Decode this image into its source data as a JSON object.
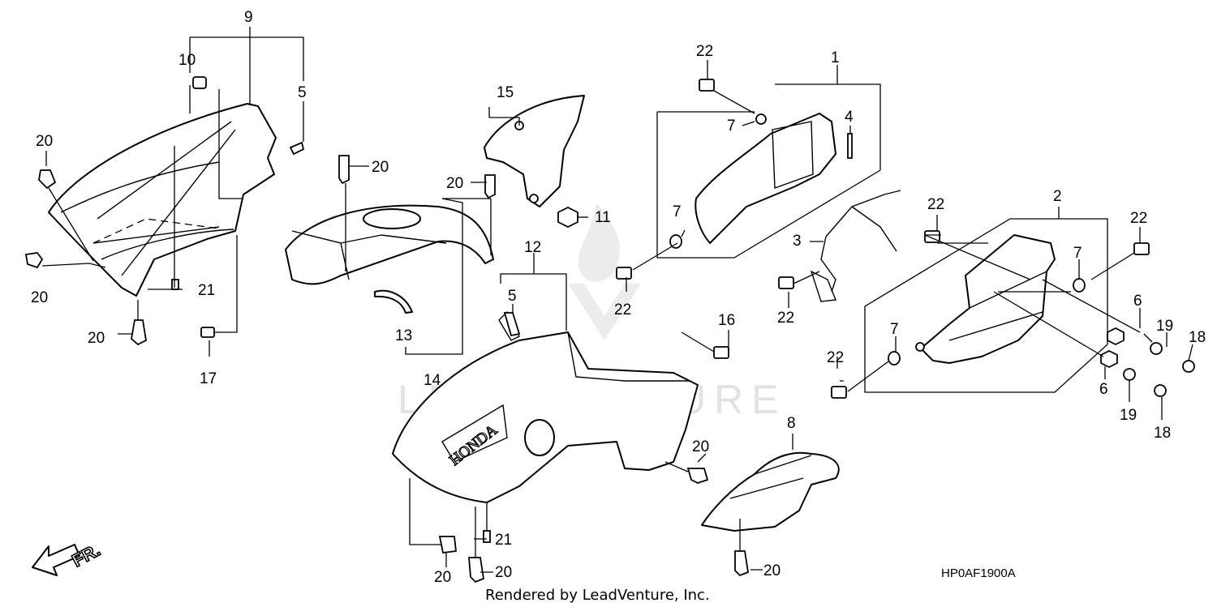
{
  "diagram": {
    "watermark": "LEADVENTURE",
    "brand_text": "HONDA",
    "direction_label": "FR.",
    "diagram_code": "HP0AF1900A",
    "credit": "Rendered by LeadVenture, Inc."
  },
  "callouts": [
    {
      "id": "c9",
      "text": "9"
    },
    {
      "id": "c10",
      "text": "10"
    },
    {
      "id": "c5a",
      "text": "5"
    },
    {
      "id": "c20a",
      "text": "20"
    },
    {
      "id": "c20b",
      "text": "20"
    },
    {
      "id": "c20c",
      "text": "20"
    },
    {
      "id": "c21a",
      "text": "21"
    },
    {
      "id": "c17",
      "text": "17"
    },
    {
      "id": "c20d",
      "text": "20"
    },
    {
      "id": "c15",
      "text": "15"
    },
    {
      "id": "c20e",
      "text": "20"
    },
    {
      "id": "c11",
      "text": "11"
    },
    {
      "id": "c13",
      "text": "13"
    },
    {
      "id": "c14",
      "text": "14"
    },
    {
      "id": "c12",
      "text": "12"
    },
    {
      "id": "c5b",
      "text": "5"
    },
    {
      "id": "c16",
      "text": "16"
    },
    {
      "id": "c20f",
      "text": "20"
    },
    {
      "id": "c21b",
      "text": "21"
    },
    {
      "id": "c20g",
      "text": "20"
    },
    {
      "id": "c20h",
      "text": "20"
    },
    {
      "id": "c8",
      "text": "8"
    },
    {
      "id": "c20i",
      "text": "20"
    },
    {
      "id": "c22a",
      "text": "22"
    },
    {
      "id": "c1",
      "text": "1"
    },
    {
      "id": "c7a",
      "text": "7"
    },
    {
      "id": "c4",
      "text": "4"
    },
    {
      "id": "c7b",
      "text": "7"
    },
    {
      "id": "c3",
      "text": "3"
    },
    {
      "id": "c22b",
      "text": "22"
    },
    {
      "id": "c22c",
      "text": "22"
    },
    {
      "id": "c22d",
      "text": "22"
    },
    {
      "id": "c2",
      "text": "2"
    },
    {
      "id": "c22e",
      "text": "22"
    },
    {
      "id": "c7c",
      "text": "7"
    },
    {
      "id": "c6a",
      "text": "6"
    },
    {
      "id": "c19a",
      "text": "19"
    },
    {
      "id": "c18a",
      "text": "18"
    },
    {
      "id": "c7d",
      "text": "7"
    },
    {
      "id": "c22f",
      "text": "22"
    },
    {
      "id": "c6b",
      "text": "6"
    },
    {
      "id": "c19b",
      "text": "19"
    },
    {
      "id": "c18b",
      "text": "18"
    }
  ]
}
